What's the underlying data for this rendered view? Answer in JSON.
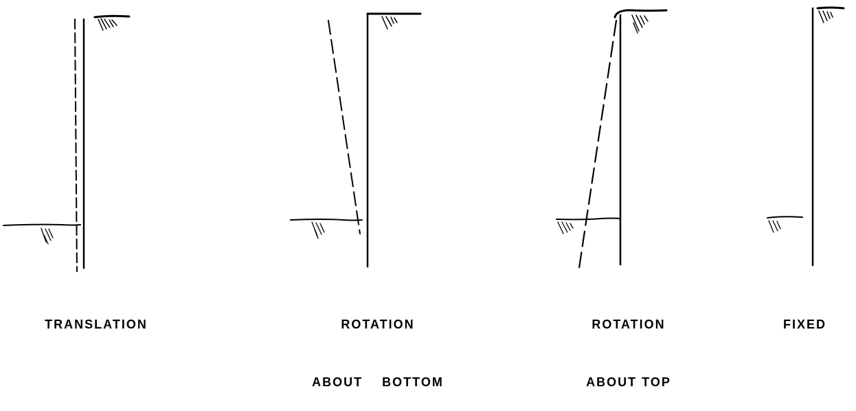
{
  "captions": {
    "translation": "TRANSLATION",
    "rotation_bottom_line1": "ROTATION",
    "rotation_bottom_line2": "ABOUT    BOTTOM",
    "rotation_top_line1": "ROTATION",
    "rotation_top_line2": "ABOUT TOP",
    "fixed": "FIXED"
  },
  "colors": {
    "ink": "#000000",
    "background": "#ffffff"
  }
}
